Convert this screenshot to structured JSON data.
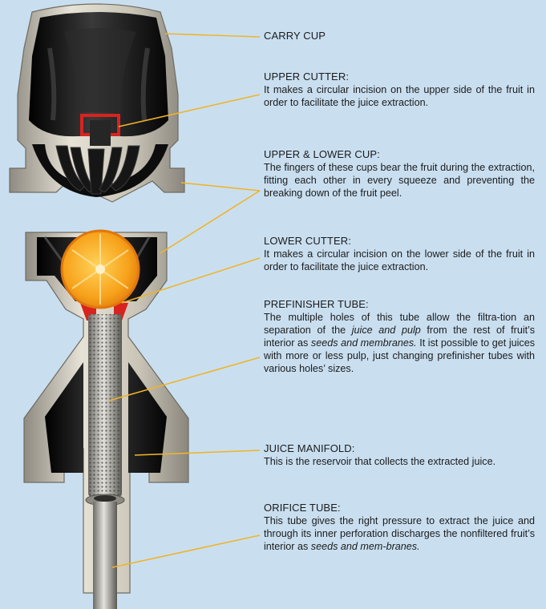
{
  "labels": {
    "carry_cup": {
      "title": "CARRY CUP"
    },
    "upper_cutter": {
      "title": "UPPER CUTTER:",
      "text": "It makes a circular incision on the upper side of the fruit in order to facilitate the juice extraction."
    },
    "upper_lower_cup": {
      "title": "UPPER & LOWER CUP:",
      "text": "The fingers of these cups bear the fruit during the extraction, fitting each other in every squeeze and preventing the breaking down of the fruit peel."
    },
    "lower_cutter": {
      "title": "LOWER CUTTER:",
      "text": "It makes a circular incision on the lower side of the fruit in order to facilitate the juice extraction."
    },
    "prefinisher_tube": {
      "title": "PREFINISHER TUBE:",
      "text_a": "The multiple holes of this tube allow the filtra-tion an separation of the ",
      "text_b": "juice and pulp",
      "text_c": " from the rest of fruit’s interior as ",
      "text_d": "seeds and membranes.",
      "text_e": " It ist possible to get juices with more or less pulp, just changing prefinisher tubes with various holes’ sizes."
    },
    "juice_manifold": {
      "title": "JUICE MANIFOLD:",
      "text": "This is the reservoir that collects the extracted juice."
    },
    "orifice_tube": {
      "title": "ORIFICE TUBE:",
      "text_a": "This tube gives the right pressure to extract the juice and through its inner perforation discharges the nonfiltered fruit’s interior as ",
      "text_b": "seeds and mem-branes."
    }
  },
  "colors": {
    "background": "#c9dff0",
    "leader": "#f0b429",
    "metal_light": "#d8d4c8",
    "metal_dark": "#1a1a1a",
    "cutter": "#d8231f",
    "orange": "#f7941d"
  }
}
